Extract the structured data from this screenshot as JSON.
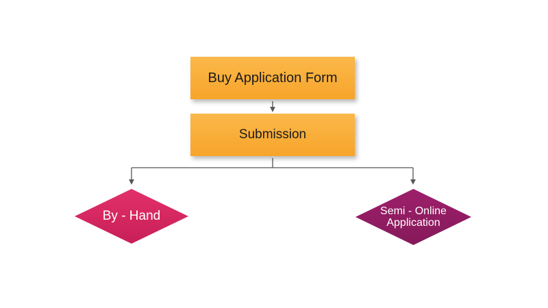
{
  "nodes": {
    "buy_form": {
      "label": "Buy Application Form"
    },
    "submission": {
      "label": "Submission"
    },
    "by_hand": {
      "label": "By - Hand"
    },
    "semi_online": {
      "line1": "Semi - Online",
      "line2": "Application"
    }
  },
  "colors": {
    "box_top": "#fbb84a",
    "box_bottom": "#f7a52a",
    "diamond_left": "#e2306a",
    "diamond_left_dark": "#c81f58",
    "diamond_right": "#9e1f6b",
    "diamond_right_dark": "#851a5a",
    "connector": "#555555"
  }
}
